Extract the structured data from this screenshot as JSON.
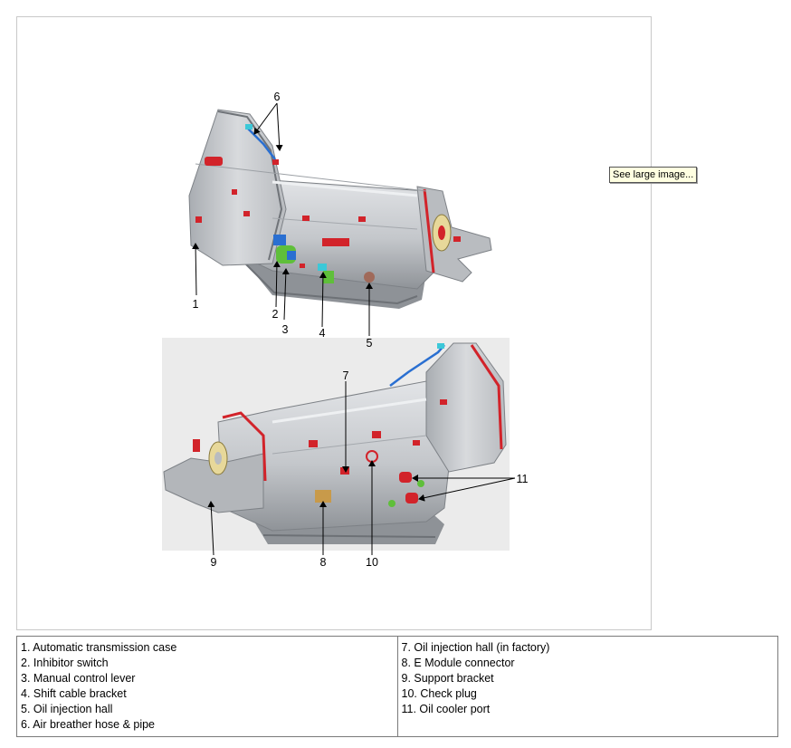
{
  "tooltip": {
    "label": "See large image..."
  },
  "callouts": [
    "1",
    "2",
    "3",
    "4",
    "5",
    "6",
    "7",
    "8",
    "9",
    "10",
    "11"
  ],
  "legend": {
    "left": [
      "1. Automatic transmission case",
      "2. Inhibitor switch",
      "3. Manual control lever",
      "4. Shift cable bracket",
      "5. Oil injection hall",
      "6. Air breather hose & pipe"
    ],
    "right": [
      "7. Oil injection hall (in factory)",
      "8. E Module connector",
      "9. Support bracket",
      "10. Check plug",
      "11. Oil cooler port"
    ]
  },
  "colors": {
    "body": "#c9cbce",
    "shade": "#9ea2a7",
    "highlight": "#e3e5e8",
    "marker_red": "#d2232a",
    "blue": "#2a6fd1",
    "cyan": "#3cc8d8",
    "green": "#5fbf3a",
    "tan": "#c89a4a",
    "yellow": "#e7d89a",
    "backdrop": "#ebebeb"
  }
}
